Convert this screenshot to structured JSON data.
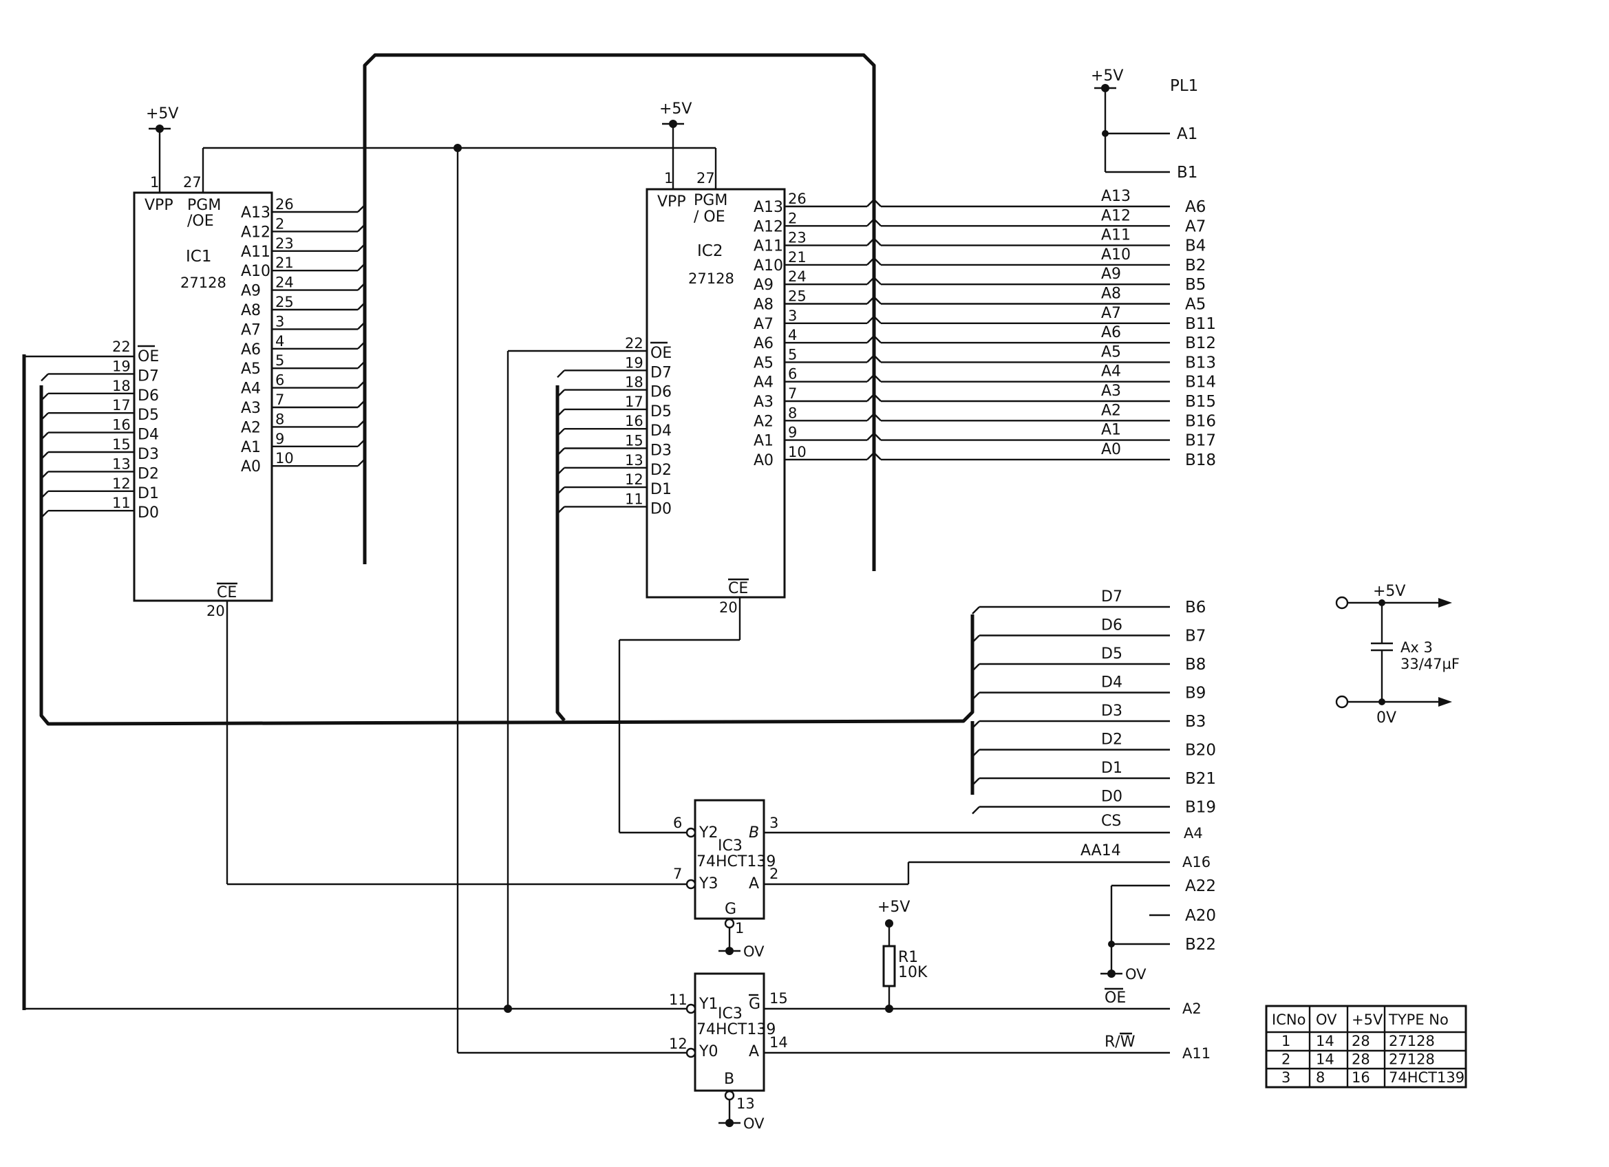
{
  "plug": {
    "name": "PL1",
    "supply": "+5V",
    "supply_pins": [
      "A1",
      "B1"
    ]
  },
  "ic1": {
    "ref": "IC1",
    "type": "27128",
    "vpp_pin": "1",
    "vpp": "VPP",
    "pgm_pin": "27",
    "pgm": "PGM",
    "pgm2": "/OE",
    "supply": "+5V",
    "addr": [
      {
        "name": "A13",
        "pin": "26"
      },
      {
        "name": "A12",
        "pin": "2"
      },
      {
        "name": "A11",
        "pin": "23"
      },
      {
        "name": "A10",
        "pin": "21"
      },
      {
        "name": "A9",
        "pin": "24"
      },
      {
        "name": "A8",
        "pin": "25"
      },
      {
        "name": "A7",
        "pin": "3"
      },
      {
        "name": "A6",
        "pin": "4"
      },
      {
        "name": "A5",
        "pin": "5"
      },
      {
        "name": "A4",
        "pin": "6"
      },
      {
        "name": "A3",
        "pin": "7"
      },
      {
        "name": "A2",
        "pin": "8"
      },
      {
        "name": "A1",
        "pin": "9"
      },
      {
        "name": "A0",
        "pin": "10"
      }
    ],
    "data": [
      {
        "name": "OE",
        "pin": "22"
      },
      {
        "name": "D7",
        "pin": "19"
      },
      {
        "name": "D6",
        "pin": "18"
      },
      {
        "name": "D5",
        "pin": "17"
      },
      {
        "name": "D4",
        "pin": "16"
      },
      {
        "name": "D3",
        "pin": "15"
      },
      {
        "name": "D2",
        "pin": "13"
      },
      {
        "name": "D1",
        "pin": "12"
      },
      {
        "name": "D0",
        "pin": "11"
      }
    ],
    "ce": "CE",
    "ce_pin": "20"
  },
  "ic2": {
    "ref": "IC2",
    "type": "27128",
    "vpp_pin": "1",
    "vpp": "VPP",
    "pgm_pin": "27",
    "pgm": "PGM",
    "pgm2": "/ OE",
    "supply": "+5V",
    "addr": [
      {
        "name": "A13",
        "pin": "26"
      },
      {
        "name": "A12",
        "pin": "2"
      },
      {
        "name": "A11",
        "pin": "23"
      },
      {
        "name": "A10",
        "pin": "21"
      },
      {
        "name": "A9",
        "pin": "24"
      },
      {
        "name": "A8",
        "pin": "25"
      },
      {
        "name": "A7",
        "pin": "3"
      },
      {
        "name": "A6",
        "pin": "4"
      },
      {
        "name": "A5",
        "pin": "5"
      },
      {
        "name": "A4",
        "pin": "6"
      },
      {
        "name": "A3",
        "pin": "7"
      },
      {
        "name": "A2",
        "pin": "8"
      },
      {
        "name": "A1",
        "pin": "9"
      },
      {
        "name": "A0",
        "pin": "10"
      }
    ],
    "data": [
      {
        "name": "OE",
        "pin": "22"
      },
      {
        "name": "D7",
        "pin": "19"
      },
      {
        "name": "D6",
        "pin": "18"
      },
      {
        "name": "D5",
        "pin": "17"
      },
      {
        "name": "D4",
        "pin": "16"
      },
      {
        "name": "D3",
        "pin": "15"
      },
      {
        "name": "D2",
        "pin": "13"
      },
      {
        "name": "D1",
        "pin": "12"
      },
      {
        "name": "D0",
        "pin": "11"
      }
    ],
    "ce": "CE",
    "ce_pin": "20"
  },
  "addr_connections": [
    {
      "signal": "A13",
      "pin": "A6"
    },
    {
      "signal": "A12",
      "pin": "A7"
    },
    {
      "signal": "A11",
      "pin": "B4"
    },
    {
      "signal": "A10",
      "pin": "B2"
    },
    {
      "signal": "A9",
      "pin": "B5"
    },
    {
      "signal": "A8",
      "pin": "A5"
    },
    {
      "signal": "A7",
      "pin": "B11"
    },
    {
      "signal": "A6",
      "pin": "B12"
    },
    {
      "signal": "A5",
      "pin": "B13"
    },
    {
      "signal": "A4",
      "pin": "B14"
    },
    {
      "signal": "A3",
      "pin": "B15"
    },
    {
      "signal": "A2",
      "pin": "B16"
    },
    {
      "signal": "A1",
      "pin": "B17"
    },
    {
      "signal": "A0",
      "pin": "B18"
    }
  ],
  "data_connections": [
    {
      "signal": "D7",
      "pin": "B6"
    },
    {
      "signal": "D6",
      "pin": "B7"
    },
    {
      "signal": "D5",
      "pin": "B8"
    },
    {
      "signal": "D4",
      "pin": "B9"
    },
    {
      "signal": "D3",
      "pin": "B3"
    },
    {
      "signal": "D2",
      "pin": "B20"
    },
    {
      "signal": "D1",
      "pin": "B21"
    },
    {
      "signal": "D0",
      "pin": "B19"
    }
  ],
  "ic3a": {
    "ref": "IC3",
    "type": "74HCT139",
    "y2": "Y2",
    "y2_pin": "6",
    "y3": "Y3",
    "y3_pin": "7",
    "b": "B",
    "b_pin": "3",
    "a": "A",
    "a_pin": "2",
    "g": "G",
    "g_pin": "1",
    "gnd": "OV"
  },
  "ic3b": {
    "ref": "IC3",
    "type": "74HCT139",
    "y1": "Y1",
    "y1_pin": "11",
    "y0": "Y0",
    "y0_pin": "12",
    "g": "G",
    "g_pin": "15",
    "a": "A",
    "a_pin": "14",
    "b": "B",
    "b_pin": "13",
    "gnd": "OV"
  },
  "control_connections": [
    {
      "signal": "CS",
      "pin": "A4"
    },
    {
      "signal": "AA14",
      "pin": "A16"
    },
    {
      "signal": "OE",
      "pin": "A2"
    },
    {
      "signal": "R/W",
      "pin": "A11"
    }
  ],
  "ground_pins": {
    "pins": [
      "A22",
      "A20",
      "B22"
    ],
    "gnd": "OV"
  },
  "resistor": {
    "ref": "R1",
    "value": "10K",
    "supply": "+5V"
  },
  "decoupling": {
    "supply": "+5V",
    "gnd": "0V",
    "value1": "Ax 3",
    "value2": "33/47µF"
  },
  "ic_table": {
    "headers": [
      "ICNo",
      "OV",
      "+5V",
      "TYPE No"
    ],
    "rows": [
      [
        "1",
        "14",
        "28",
        "27128"
      ],
      [
        "2",
        "14",
        "28",
        "27128"
      ],
      [
        "3",
        "8",
        "16",
        "74HCT139"
      ]
    ]
  }
}
